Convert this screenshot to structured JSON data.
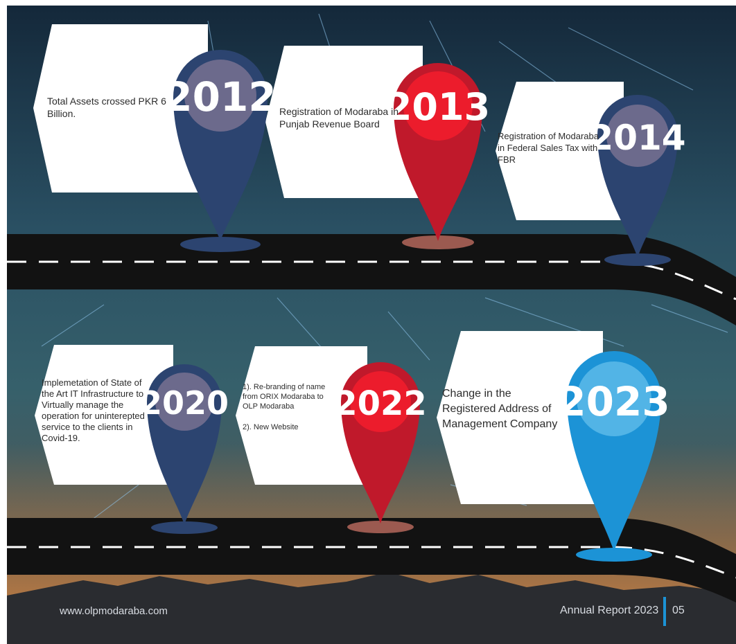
{
  "milestones": [
    {
      "year": "2012",
      "text": "Total Assets crossed PKR 6 Billion.",
      "color": "#2c4470",
      "inner": "#6c6a8c"
    },
    {
      "year": "2013",
      "text": "Registration of Modaraba in Punjab Revenue Board",
      "color": "#c0192b",
      "inner": "#ec1c2c"
    },
    {
      "year": "2014",
      "text": "Registration of Modaraba in Federal Sales Tax with FBR",
      "color": "#2c4470",
      "inner": "#6c6a8c"
    },
    {
      "year": "2020",
      "text": "Implemetation of State of the Art IT Infrastructure to Virtually manage the operation for uninterepted service to the clients in Covid-19.",
      "color": "#2c4470",
      "inner": "#6c6a8c"
    },
    {
      "year": "2022",
      "item1": "1).  Re-branding of name from ORIX Modaraba to OLP Modaraba",
      "item2": "2).  New Website",
      "color": "#c0192b",
      "inner": "#ec1c2c"
    },
    {
      "year": "2023",
      "text": "Change in the Registered Address of Management Company",
      "color": "#1c93d6",
      "inner": "#52b4e6"
    }
  ],
  "footer": {
    "website": "www.olpmodaraba.com",
    "report": "Annual Report 2023",
    "page": "05"
  }
}
